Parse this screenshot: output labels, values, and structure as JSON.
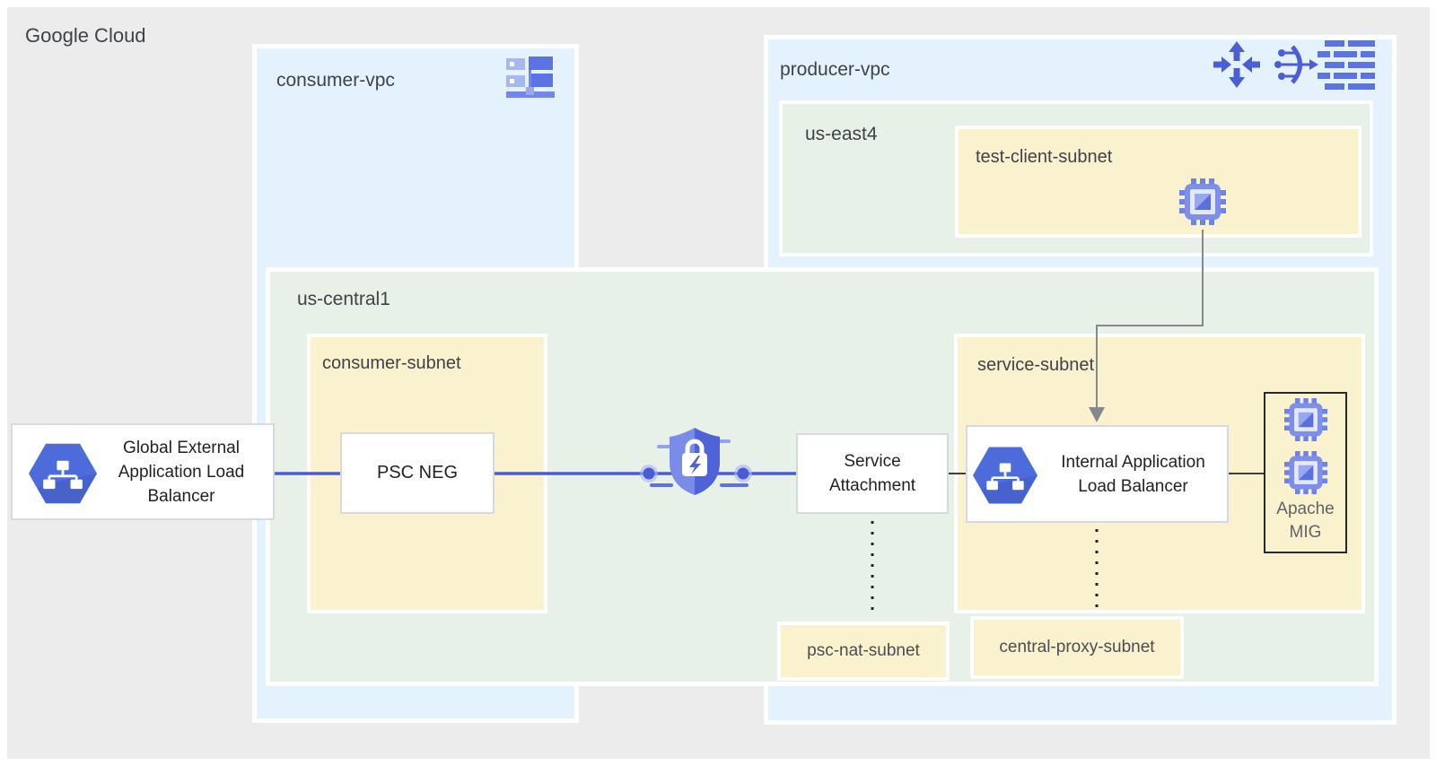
{
  "title": "Google Cloud Private Service Connect architecture diagram",
  "labels": {
    "google_cloud": "Google Cloud",
    "consumer_vpc": "consumer-vpc",
    "producer_vpc": "producer-vpc",
    "us_east4": "us-east4",
    "us_central1": "us-central1",
    "test_client_subnet": "test-client-subnet",
    "consumer_subnet": "consumer-subnet",
    "service_subnet": "service-subnet",
    "psc_nat_subnet": "psc-nat-subnet",
    "central_proxy_subnet": "central-proxy-subnet"
  },
  "nodes": {
    "global_alb": {
      "lines": [
        "Global External",
        "Application Load",
        "Balancer"
      ]
    },
    "psc_neg": {
      "label": "PSC NEG"
    },
    "service_attachment": {
      "lines": [
        "Service",
        "Attachment"
      ]
    },
    "internal_alb": {
      "lines": [
        "Internal Application",
        "Load Balancer"
      ]
    },
    "apache_mig": {
      "lines": [
        "Apache",
        "MIG"
      ]
    }
  },
  "icons": {
    "vpc_network_icon": "VPC network (consumer-vpc)",
    "traffic_director_icon": "traffic arrows (producer-vpc)",
    "cloud_nat_icon": "Cloud NAT / router curve (producer-vpc)",
    "firewall_rules_icon": "firewall rules dashes (producer-vpc)",
    "compute_instance_icon": "Compute Engine VM chip",
    "load_balancer_hexagon_icon": "load balancer blue hexagon",
    "psc_shield_icon": "Private Service Connect security shield with lock"
  },
  "colors": {
    "canvas_gray": "#ECECEC",
    "vpc_zone_blue": "#E3F2FD",
    "region_zone_green": "#E8F1E8",
    "subnet_zone_yellow": "#FAF1CF",
    "connection_blue": "#4A5CD4",
    "connector_dark": "#3C4043",
    "arrow_gray": "#85888C",
    "icon_indigo": "#5B73E3",
    "hexagon_blue": "#4D6BDB"
  }
}
